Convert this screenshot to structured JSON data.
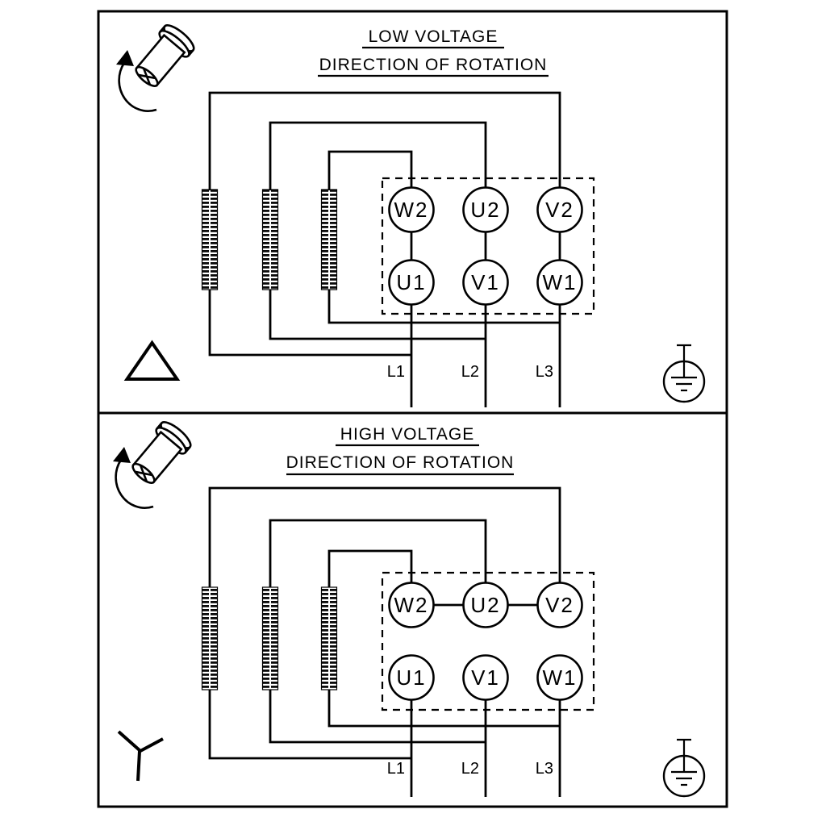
{
  "colors": {
    "ink": "#000000",
    "paper": "#ffffff"
  },
  "icons": {
    "motor_shaft": "motor-shaft-icon",
    "rotation_arrow": "rotation-direction-arrow-icon",
    "delta": "delta-connection-icon",
    "star": "star-connection-icon",
    "earth": "earth-ground-icon",
    "winding_coil": "stator-winding-coil"
  },
  "panels": [
    {
      "title": "LOW VOLTAGE",
      "subtitle": "DIRECTION OF ROTATION",
      "connection": "delta",
      "terminals_top": [
        "W2",
        "U2",
        "V2"
      ],
      "terminals_bottom": [
        "U1",
        "V1",
        "W1"
      ],
      "supply_lines": [
        "L1",
        "L2",
        "L3"
      ]
    },
    {
      "title": "HIGH VOLTAGE",
      "subtitle": "DIRECTION OF ROTATION",
      "connection": "star",
      "terminals_top": [
        "W2",
        "U2",
        "V2"
      ],
      "terminals_bottom": [
        "U1",
        "V1",
        "W1"
      ],
      "supply_lines": [
        "L1",
        "L2",
        "L3"
      ]
    }
  ]
}
